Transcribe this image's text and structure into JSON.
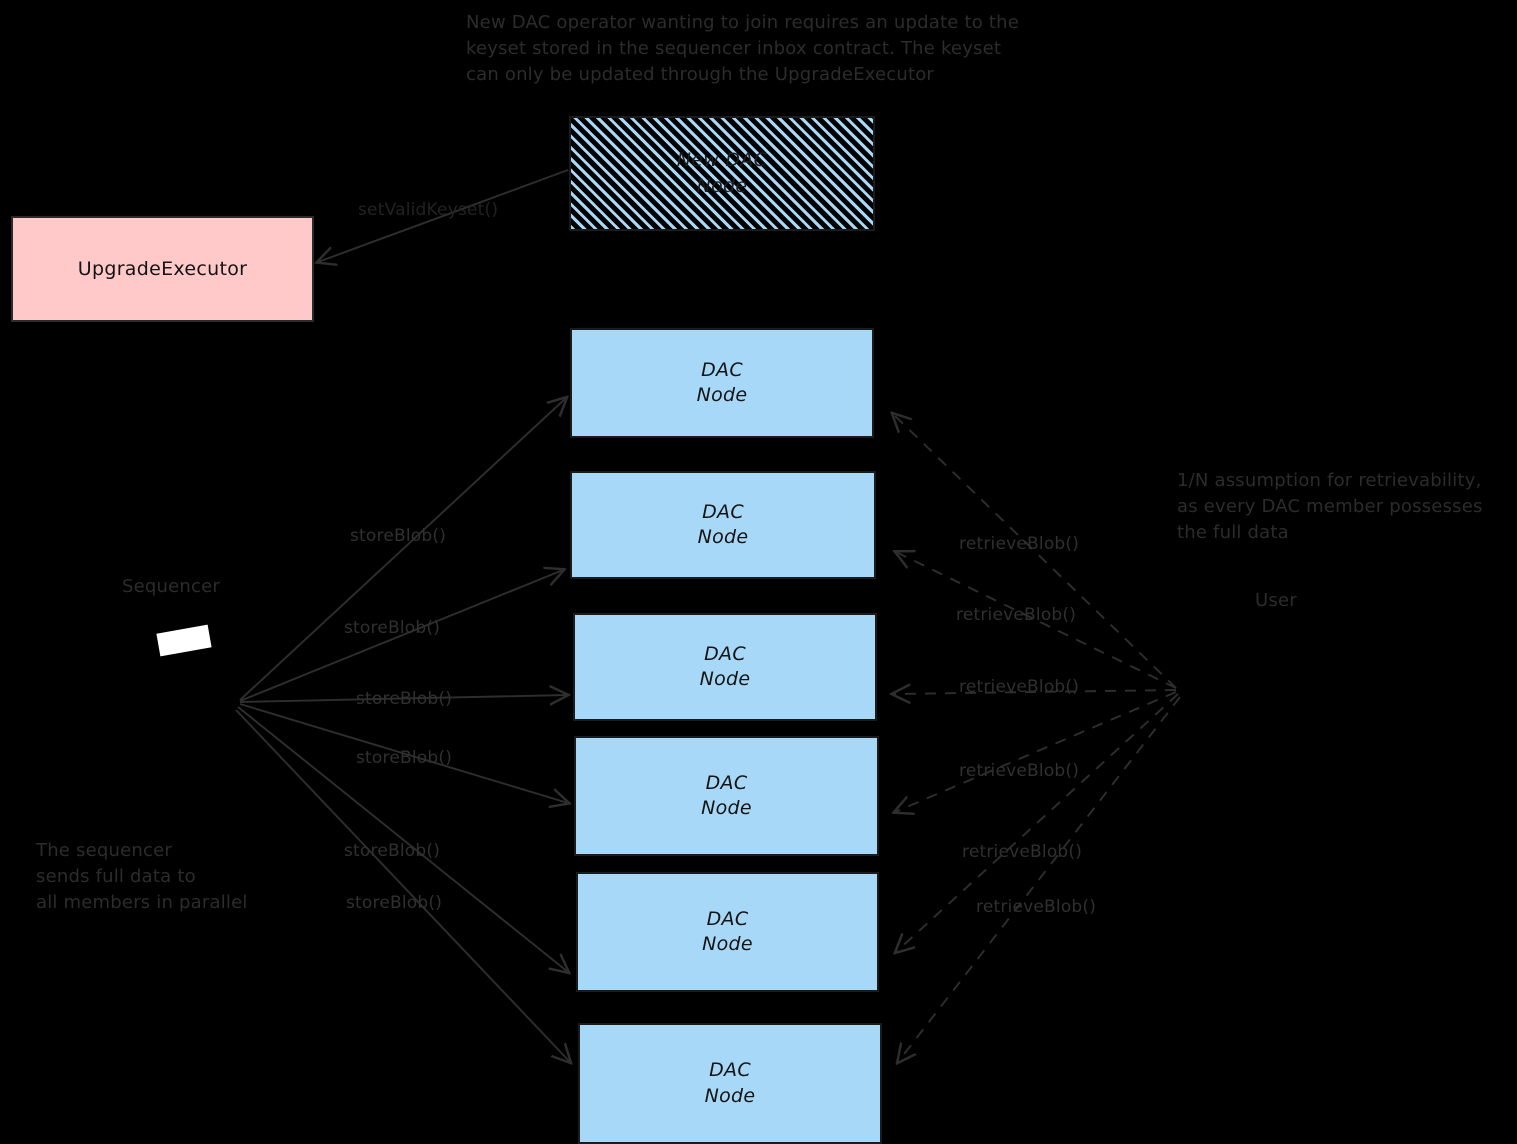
{
  "diagram": {
    "title_notes": {
      "top_note": "New DAC operator wanting to join requires an update to the\nkeyset stored in the sequencer inbox contract. The keyset\ncan only be updated through the UpgradeExecutor",
      "right_note": "1/N assumption for retrievability,\nas every DAC member possesses\nthe full data",
      "bottom_left_note": "The sequencer\nsends full data to\nall members in parallel"
    },
    "colors": {
      "background": "#000000",
      "node_fill": "#a8d8f8",
      "node_stroke": "#1b1b1b",
      "upgrade_fill": "#ffc9c9",
      "upgrade_stroke": "#2b2b2b",
      "edge_stroke": "#2e2e2e",
      "note_text": "#2c2c2c",
      "box_text": "#141414",
      "actor_glyph": "#ffffff"
    },
    "nodes": {
      "new_dac_node": {
        "line1": "New DAC",
        "line2": "Node"
      },
      "upgrade_executor": {
        "label": "UpgradeExecutor"
      },
      "dac_nodes": [
        {
          "line1": "DAC",
          "line2": "Node"
        },
        {
          "line1": "DAC",
          "line2": "Node"
        },
        {
          "line1": "DAC",
          "line2": "Node"
        },
        {
          "line1": "DAC",
          "line2": "Node"
        },
        {
          "line1": "DAC",
          "line2": "Node"
        },
        {
          "line1": "DAC",
          "line2": "Node"
        }
      ]
    },
    "actors": {
      "sequencer": {
        "label": "Sequencer"
      },
      "user": {
        "label": "User"
      }
    },
    "edges": {
      "set_valid_keyset": {
        "label": "setValidKeyset()"
      },
      "store_blob": [
        {
          "label": "storeBlob()"
        },
        {
          "label": "storeBlob()"
        },
        {
          "label": "storeBlob()"
        },
        {
          "label": "storeBlob()"
        },
        {
          "label": "storeBlob()"
        },
        {
          "label": "storeBlob()"
        }
      ],
      "retrieve_blob": [
        {
          "label": "retrieveBlob()"
        },
        {
          "label": "retrieveBlob()"
        },
        {
          "label": "retrieveBlob()"
        },
        {
          "label": "retrieveBlob()"
        },
        {
          "label": "retrieveBlob()"
        },
        {
          "label": "retrieveBlob()"
        }
      ]
    }
  }
}
